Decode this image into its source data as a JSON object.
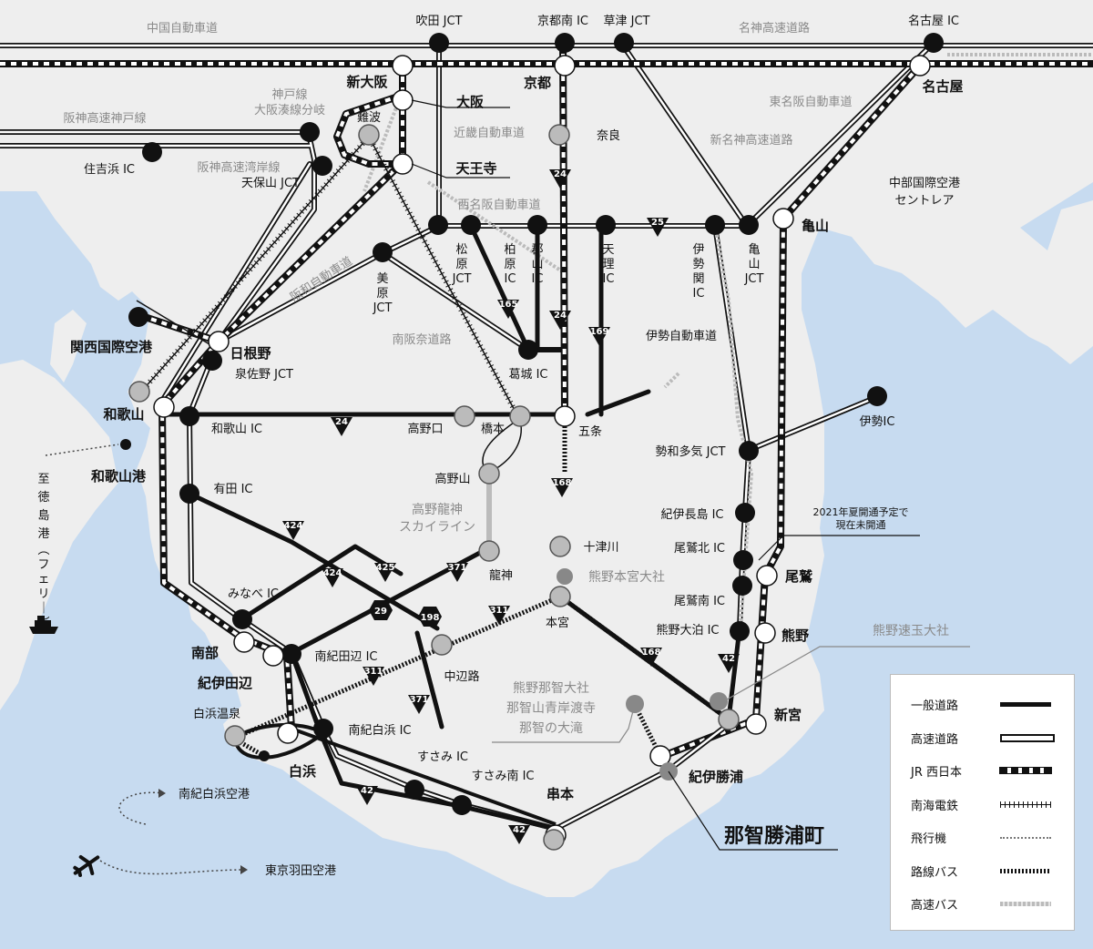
{
  "colors": {
    "sea": "#c7dbf0",
    "land": "#eeeeee",
    "road": "#111111",
    "gray_station": "#8a8a8a",
    "highway_bus": "#bbbbbb"
  },
  "expressways": {
    "chugoku": "中国自動車道",
    "meishin": "名神高速道路",
    "hanshin_kobe": "阪神高速神戸線",
    "kinki": "近畿自動車道",
    "higashi_meihan": "東名阪自動車道",
    "shin_meishin": "新名神高速道路",
    "hanshin_wangan": "阪神高速湾岸線",
    "nishi_meihan": "西名阪自動車道",
    "hanwa": "阪和自動車道",
    "minami_hanna": "南阪奈道路",
    "ise": "伊勢自動車道",
    "koyaryujin": "高野龍神\nスカイライン"
  },
  "nodes": {
    "suita_jct": "吹田 JCT",
    "kyoto_minami_ic": "京都南 IC",
    "kusatsu_jct": "草津 JCT",
    "nagoya_ic": "名古屋 IC",
    "kyoto": "京都",
    "nagoya": "名古屋",
    "shin_osaka": "新大阪",
    "osaka": "大阪",
    "namba": "難波",
    "tennoji": "天王寺",
    "kobe_line_branch": "神戸線\n大阪湊線分岐",
    "nara": "奈良",
    "sumiyoshihama_ic": "住吉浜 IC",
    "tempozan_jct": "天保山 JCT",
    "matsubara_jct": "松\n原\nJCT",
    "kashihara_ic": "柏\n原\nIC",
    "koriyama_ic": "郡\n山\nIC",
    "tenri_ic": "天\n理\nIC",
    "iseseki_ic": "伊\n勢\n関\nIC",
    "kameyama_jct": "亀\n山\nJCT",
    "kameyama": "亀山",
    "centrair": "中部国際空港\nセントレア",
    "mihara_jct": "美\n原\nJCT",
    "katsuragi_ic": "葛城 IC",
    "kix": "関西国際空港",
    "hineno": "日根野",
    "izumisano_jct": "泉佐野 JCT",
    "wakayama": "和歌山",
    "wakayama_ic": "和歌山 IC",
    "koyaguchi": "高野口",
    "hashimoto": "橋本",
    "gojo": "五条",
    "ise_ic": "伊勢IC",
    "seiwataki_jct": "勢和多気 JCT",
    "wakayamako": "和歌山港",
    "tokushima": "至\n徳\n島\n港\n（フェリー）",
    "koyasan": "高野山",
    "arida_ic": "有田 IC",
    "kiinagashima_ic": "紀伊長島 IC",
    "owase_kita_ic": "尾鷲北 IC",
    "owase": "尾鷲",
    "owase_minami_ic": "尾鷲南 IC",
    "kumano_oodomari_ic": "熊野大泊 IC",
    "kumano": "熊野",
    "totsukawa": "十津川",
    "kumano_hongu": "熊野本宮大社",
    "ryujin": "龍神",
    "minabe_ic": "みなべ IC",
    "minabe": "南部",
    "kii_tanabe": "紀伊田辺",
    "minamikishu_tanabe_ic": "南紀田辺 IC",
    "hongu": "本宮",
    "nakahechi": "中辺路",
    "kumano_hayatama": "熊野速玉大社",
    "shirahama_onsen": "白浜温泉",
    "shirahama": "白浜",
    "minamikishu_shirahama_ic": "南紀白浜 IC",
    "nachi": "熊野那智大社\n那智山青岸渡寺\n那智の大滝",
    "shingu": "新宮",
    "susami_ic": "すさみ IC",
    "susami_minami_ic": "すさみ南 IC",
    "kushimoto": "串本",
    "kii_katsuura": "紀伊勝浦",
    "nachikatsuura": "那智勝浦町",
    "shirahama_airport": "南紀白浜空港",
    "haneda": "東京羽田空港",
    "note_2021": "2021年夏開通予定で\n現在未開通"
  },
  "routes": [
    "24",
    "25",
    "165",
    "169",
    "168",
    "424",
    "425",
    "371",
    "29",
    "198",
    "311",
    "42"
  ],
  "legend": {
    "general": "一般道路",
    "express": "高速道路",
    "jr": "JR 西日本",
    "nankai": "南海電鉄",
    "plane": "飛行機",
    "bus": "路線バス",
    "hbus": "高速バス"
  }
}
